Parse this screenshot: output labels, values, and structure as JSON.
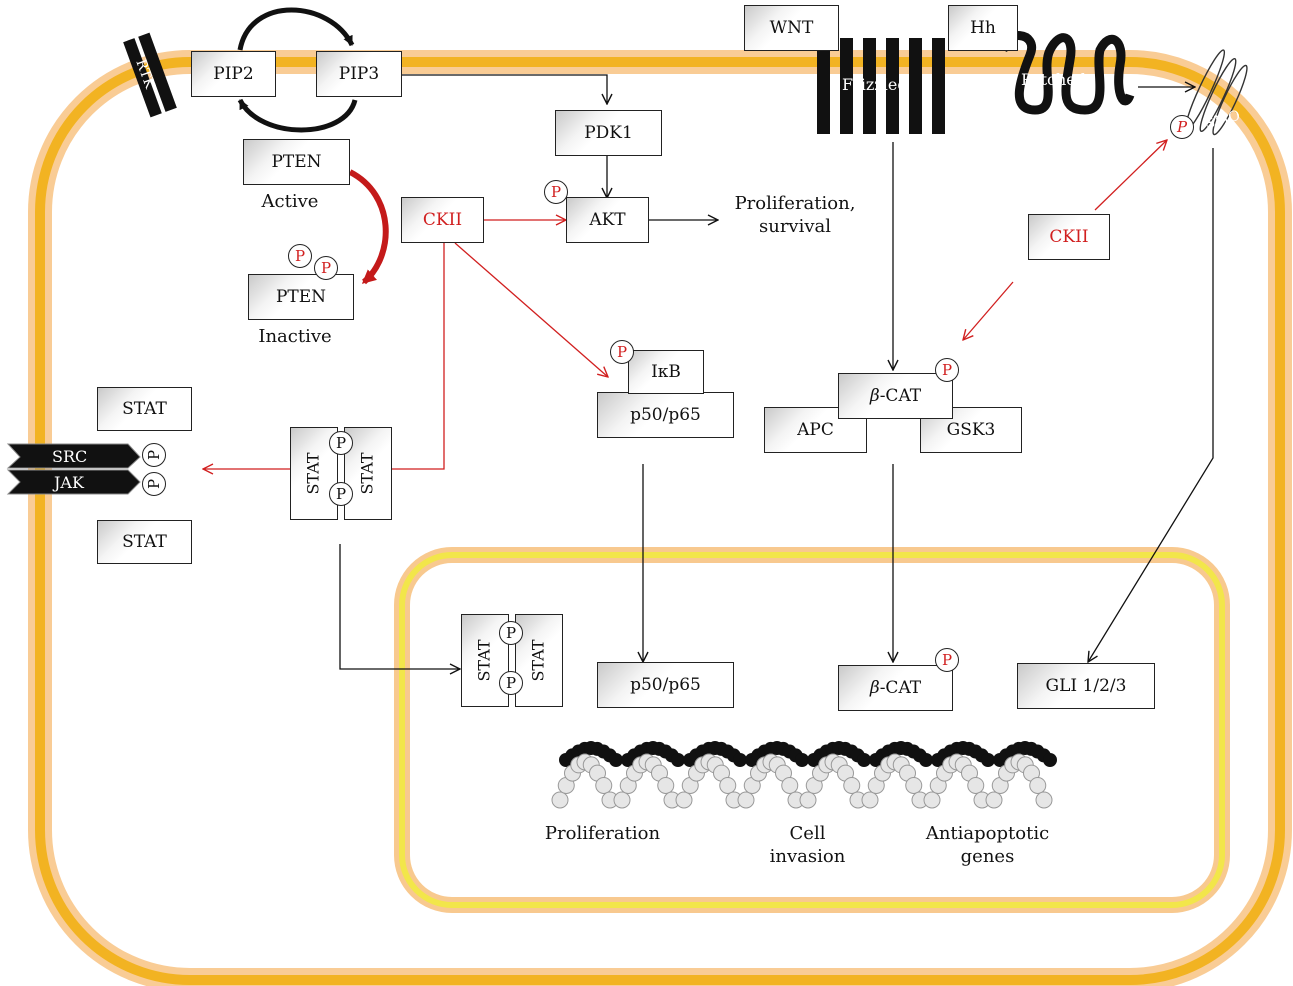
{
  "receptors": {
    "rtk": "RTK",
    "frizzled": "Frizzled",
    "patched": "Patched",
    "smo": "SMO",
    "src": "SRC",
    "jak": "JAK"
  },
  "ligands": {
    "wnt": "WNT",
    "hh": "Hh"
  },
  "boxes": {
    "pip2": "PIP2",
    "pip3": "PIP3",
    "pten_active": "PTEN",
    "pten_inactive": "PTEN",
    "pdk1": "PDK1",
    "akt": "AKT",
    "ckii_left": "CKII",
    "ckii_right": "CKII",
    "ikb": "IκB",
    "p50p65_cyto": "p50/p65",
    "bcat_cyto": "β-CAT",
    "apc": "APC",
    "gsk3": "GSK3",
    "stat_top": "STAT",
    "stat_bottom": "STAT",
    "stat_dimer_a": "STAT",
    "stat_dimer_b": "STAT",
    "stat_nuc_a": "STAT",
    "stat_nuc_b": "STAT",
    "p50p65_nuc": "p50/p65",
    "bcat_nuc": "β-CAT",
    "gli": "GLI 1/2/3"
  },
  "labels": {
    "active": "Active",
    "inactive": "Inactive",
    "proliferation_survival": "Proliferation,\nsurvival",
    "proliferation": "Proliferation",
    "cell_invasion": "Cell\ninvasion",
    "antiapoptotic": "Antiapoptotic\ngenes"
  },
  "phospho": "P",
  "colors": {
    "membrane_outer": "#f9cc95",
    "membrane_inner": "#f2b322",
    "nucleus_outer": "#f8c98f",
    "nucleus_inner": "#f2e64a",
    "inhibit": "#d11f1f"
  }
}
